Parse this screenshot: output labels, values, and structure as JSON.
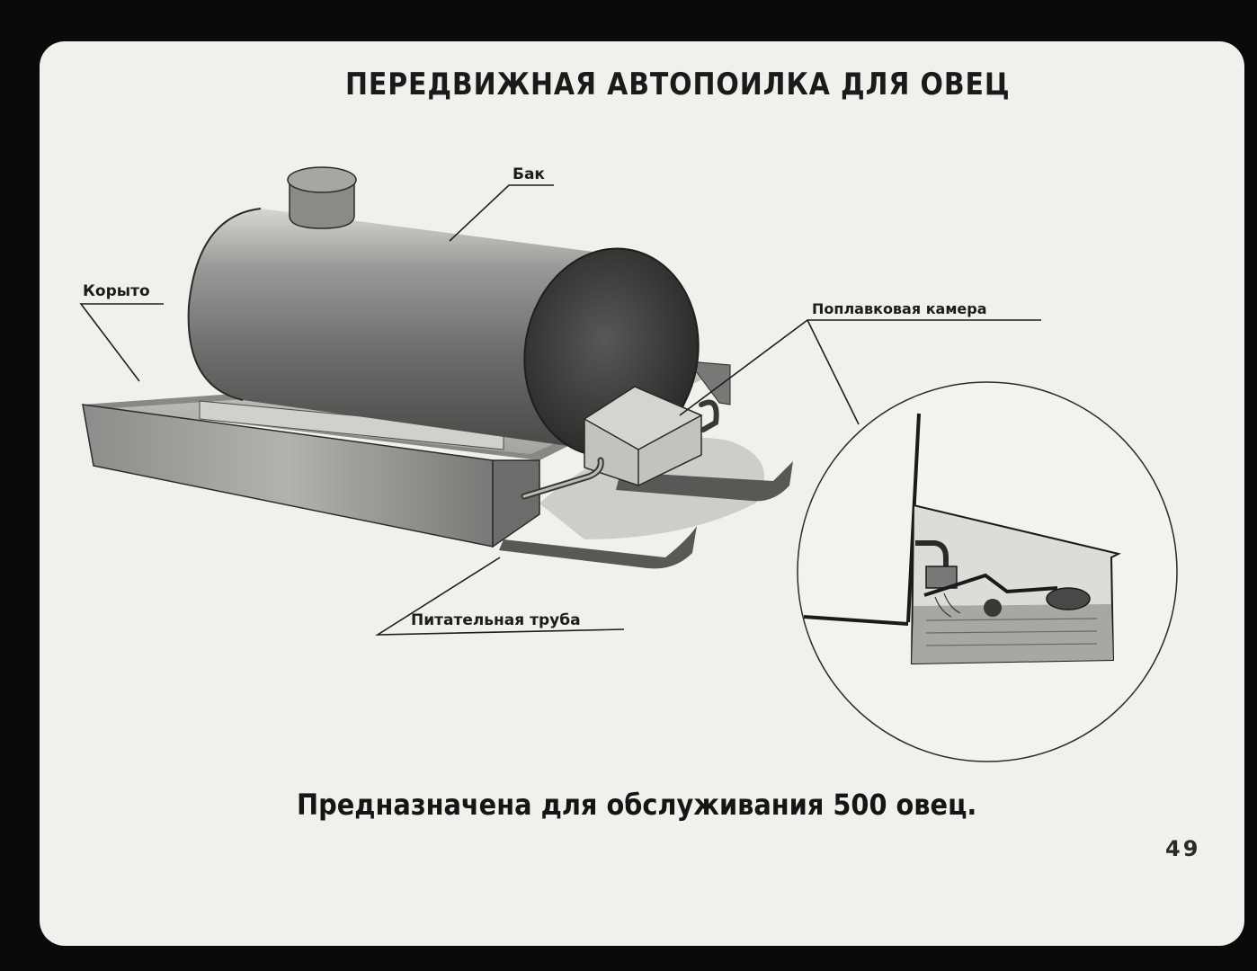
{
  "title": "ПЕРЕДВИЖНАЯ АВТОПОИЛКА ДЛЯ ОВЕЦ",
  "labels": {
    "tank": "Бак",
    "trough": "Корыто",
    "float_chamber": "Поплавковая камера",
    "feed_pipe": "Питательная труба"
  },
  "caption": "Предназначена для обслуживания 500 овец.",
  "page_number": "49"
}
